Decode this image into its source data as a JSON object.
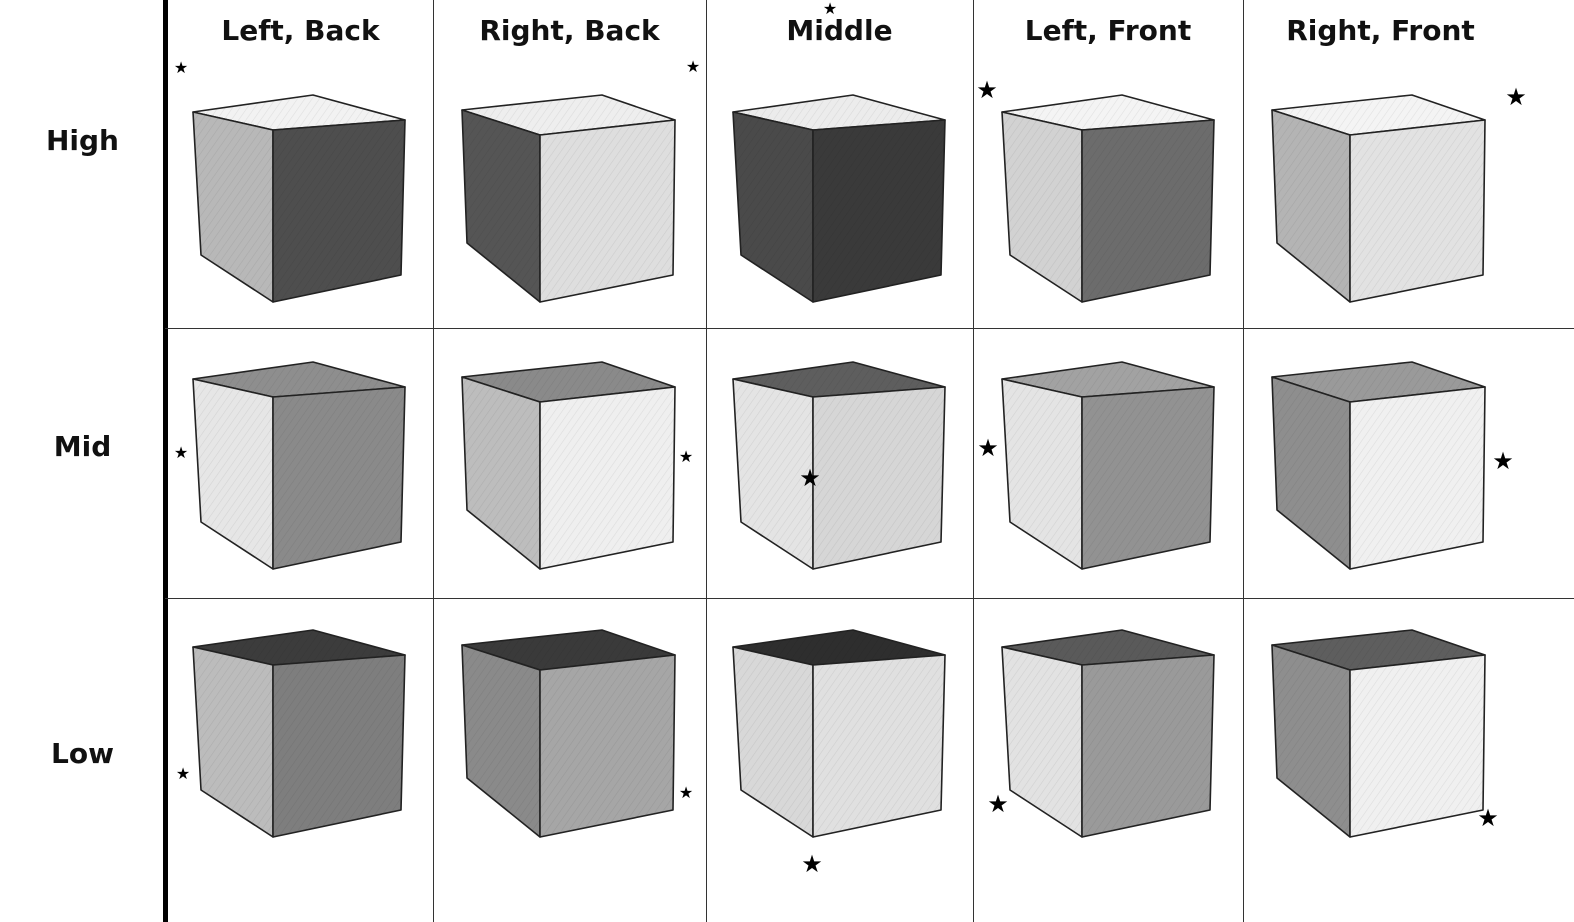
{
  "columns": [
    {
      "label": "Left, Back"
    },
    {
      "label": "Right, Back"
    },
    {
      "label": "Middle"
    },
    {
      "label": "Left, Front"
    },
    {
      "label": "Right, Front"
    }
  ],
  "rows": [
    {
      "label": "High"
    },
    {
      "label": "Mid"
    },
    {
      "label": "Low"
    }
  ],
  "star_glyph": "★",
  "cube_shading": {
    "High": [
      {
        "top": "#f2f2f2",
        "left": "#b8b8b8",
        "right": "#4e4e4e"
      },
      {
        "top": "#eeeeee",
        "left": "#555555",
        "right": "#dedede"
      },
      {
        "top": "#ececec",
        "left": "#4a4a4a",
        "right": "#3a3a3a"
      },
      {
        "top": "#f4f4f4",
        "left": "#d2d2d2",
        "right": "#6c6c6c"
      },
      {
        "top": "#f4f4f4",
        "left": "#b4b4b4",
        "right": "#e2e2e2"
      }
    ],
    "Mid": [
      {
        "top": "#8e8e8e",
        "left": "#e6e6e6",
        "right": "#8a8a8a"
      },
      {
        "top": "#8a8a8a",
        "left": "#bdbdbd",
        "right": "#efefef"
      },
      {
        "top": "#5e5e5e",
        "left": "#e4e4e4",
        "right": "#d6d6d6"
      },
      {
        "top": "#a2a2a2",
        "left": "#e4e4e4",
        "right": "#929292"
      },
      {
        "top": "#9a9a9a",
        "left": "#8e8e8e",
        "right": "#f0f0f0"
      }
    ],
    "Low": [
      {
        "top": "#3c3c3c",
        "left": "#bcbcbc",
        "right": "#7e7e7e"
      },
      {
        "top": "#3a3a3a",
        "left": "#8a8a8a",
        "right": "#a6a6a6"
      },
      {
        "top": "#2e2e2e",
        "left": "#d8d8d8",
        "right": "#e0e0e0"
      },
      {
        "top": "#5a5a5a",
        "left": "#e2e2e2",
        "right": "#9a9a9a"
      },
      {
        "top": "#5e5e5e",
        "left": "#8e8e8e",
        "right": "#f0f0f0"
      }
    ]
  }
}
